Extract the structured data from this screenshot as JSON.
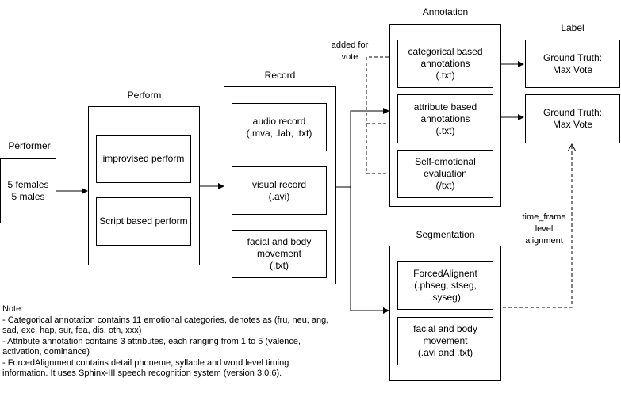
{
  "performer": {
    "title": "Performer",
    "box": "5 females\n5 males"
  },
  "perform": {
    "title": "Perform",
    "items": [
      "improvised perform",
      "Script based perform"
    ]
  },
  "record": {
    "title": "Record",
    "items": [
      "audio record\n(.mva, .lab, .txt)",
      "visual record\n(.avi)",
      "facial and body\nmovement\n(.txt)"
    ]
  },
  "annotation": {
    "title": "Annotation",
    "items": [
      "categorical based\nannotations\n(.txt)",
      "attribute based\nannotations\n(.txt)",
      "Self-emotional\nevaluation\n(/txt)"
    ]
  },
  "label": {
    "title": "Label",
    "items": [
      "Ground Truth:\nMax Vote",
      "Ground Truth:\nMax Vote"
    ]
  },
  "segmentation": {
    "title": "Segmentation",
    "items": [
      "ForcedAlignent\n(.phseg, stseg,\n.syseg)",
      "facial and body\nmovement\n(.avi and .txt)"
    ]
  },
  "edge_labels": {
    "vote": "added for\nvote",
    "alignment": "time_frame\nlevel\nalignment"
  },
  "note": {
    "heading": "Note:",
    "lines": [
      "- Categorical annotation contains 11 emotional categories, denotes as (fru, neu, ang, sad, exc, hap, sur, fea, dis, oth, xxx)",
      "- Attribute annotation contains 3 attributes, each ranging from 1 to 5 (valence, activation, dominance)",
      "- ForcedAlignment contains detail phoneme, syllable and word level timing information. It uses Sphinx-III speech recognition system (version 3.0.6)."
    ]
  }
}
